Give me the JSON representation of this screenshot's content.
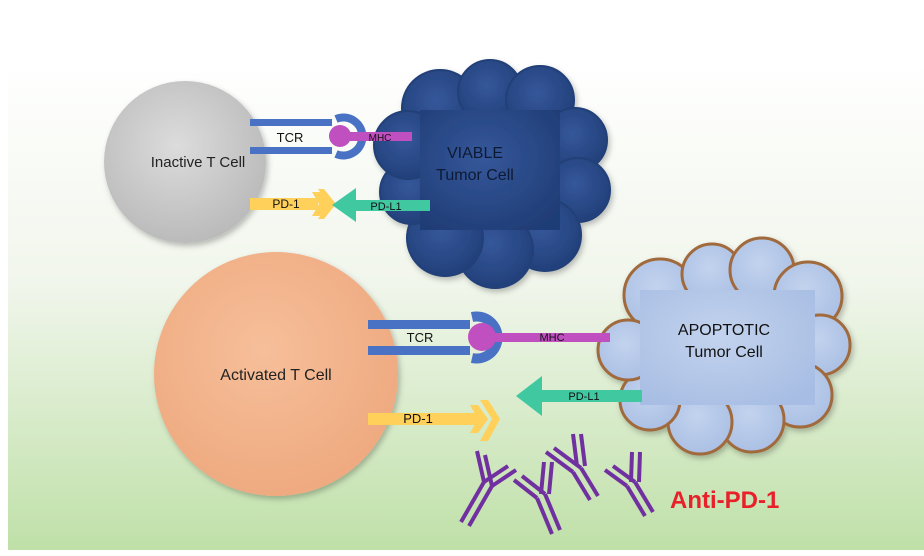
{
  "labels": {
    "inactive_t_cell": "Inactive T Cell",
    "viable_line1": "VIABLE",
    "viable_line2": "Tumor Cell",
    "tcr_top": "TCR",
    "mhc_top": "MHC",
    "pd1_top": "PD-1",
    "pdl1_top": "PD-L1",
    "activated_t_cell": "Activated T Cell",
    "apoptotic_line1": "APOPTOTIC",
    "apoptotic_line2": "Tumor Cell",
    "tcr_bottom": "TCR",
    "mhc_bottom": "MHC",
    "pd1_bottom": "PD-1",
    "pdl1_bottom": "PD-L1",
    "drug": "Anti-PD-1"
  },
  "colors": {
    "inactive_cell": "#c9c9c9",
    "activated_cell": "#f2b288",
    "viable_tumor": "#2e4f8e",
    "apoptotic_tumor": "#b4c7e7",
    "apoptotic_border": "#a06a3c",
    "tcr": "#4a72c4",
    "mhc": "#c04fc0",
    "pd1": "#ffd05a",
    "pdl1": "#40c8a0",
    "antibody": "#7030a0",
    "drug_text": "#e8202a"
  }
}
